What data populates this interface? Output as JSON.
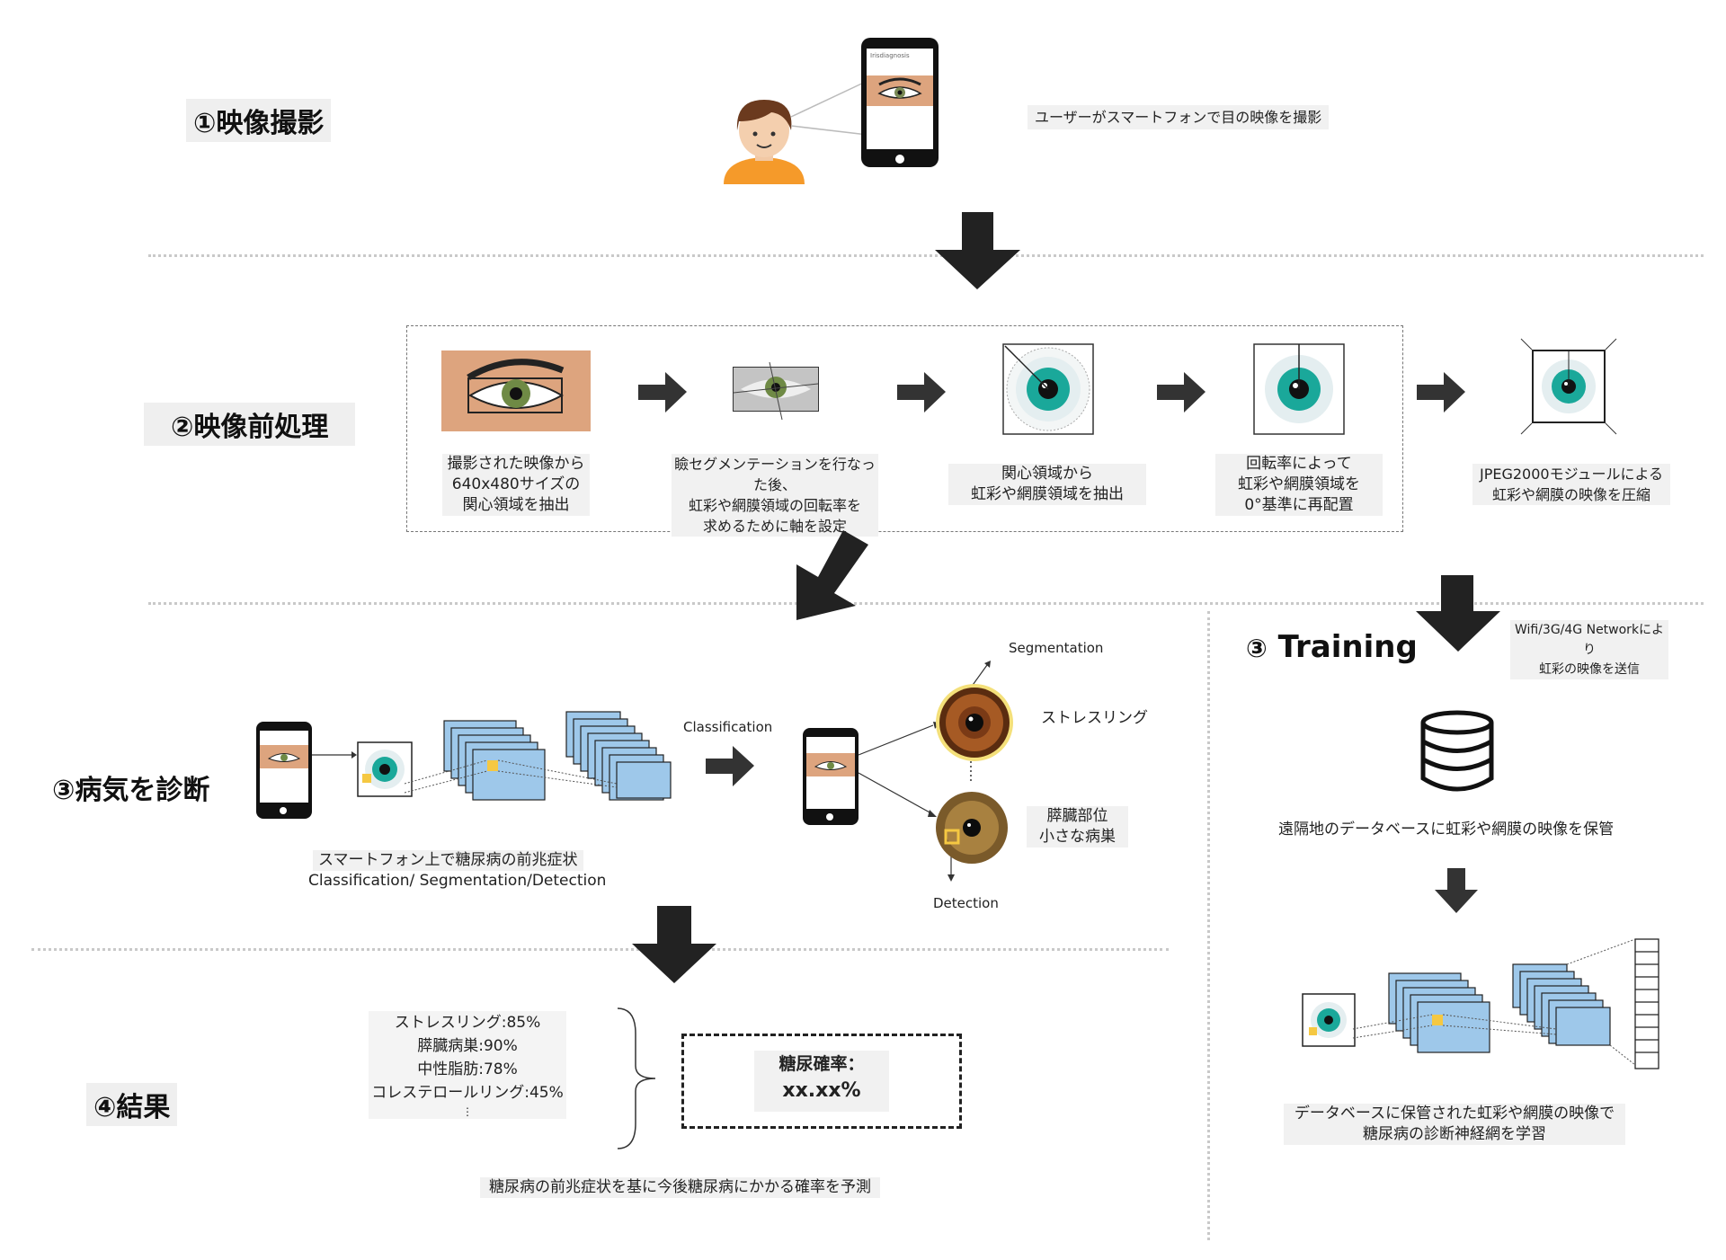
{
  "sections": {
    "s1": "①映像撮影",
    "s2": "②映像前処理",
    "s3a": "③病気を診断",
    "s3b_num": "③",
    "s3b_title": "Training",
    "s4": "④結果"
  },
  "capture": {
    "desc": "ユーザーがスマートフォンで目の映像を撮影",
    "screen_text": "Irisdiagnosis"
  },
  "preprocess": {
    "steps": [
      "撮影された映像から\n640x480サイズの\n関心領域を抽出",
      "瞼セグメンテーションを行なった後、\n虹彩や網膜領域の回転率を\n求めるために軸を設定",
      "関心領域から\n虹彩や網膜領域を抽出",
      "回転率によって\n虹彩や網膜領域を\n0°基準に再配置",
      "JPEG2000モジュールによる\n虹彩や網膜の映像を圧縮"
    ]
  },
  "diagnosis": {
    "desc_line1": "スマートフォン上で糖尿病の前兆症状",
    "desc_line2": "Classification/ Segmentation/Detection",
    "classification": "Classification",
    "segmentation": "Segmentation",
    "detection": "Detection",
    "stress_ring": "ストレスリング",
    "pancreas": "膵臓部位\n小さな病巣"
  },
  "training": {
    "network": "Wifi/3G/4G Networkにより\n虹彩の映像を送信",
    "db": "遠隔地のデータベースに虹彩や網膜の映像を保管",
    "learn": "データベースに保管された虹彩や網膜の映像で\n糖尿病の診断神経網を学習"
  },
  "result": {
    "items": [
      "ストレスリング:85%",
      "膵臓病巣:90%",
      "中性脂肪:78%",
      "コレステロールリング:45%",
      "⋮"
    ],
    "prob_label": "糖尿確率：",
    "prob_value": "xx.xx%",
    "predict": "糖尿病の前兆症状を基に今後糖尿病にかかる確率を予測"
  },
  "colors": {
    "arrow": "#222222",
    "teal": "#1aa89a",
    "panel_blue": "#9ec8ea",
    "skin": "#dda47e",
    "hair": "#6b3a1e",
    "shirt": "#f59a2a",
    "label_bg": "#f1f1f1"
  }
}
